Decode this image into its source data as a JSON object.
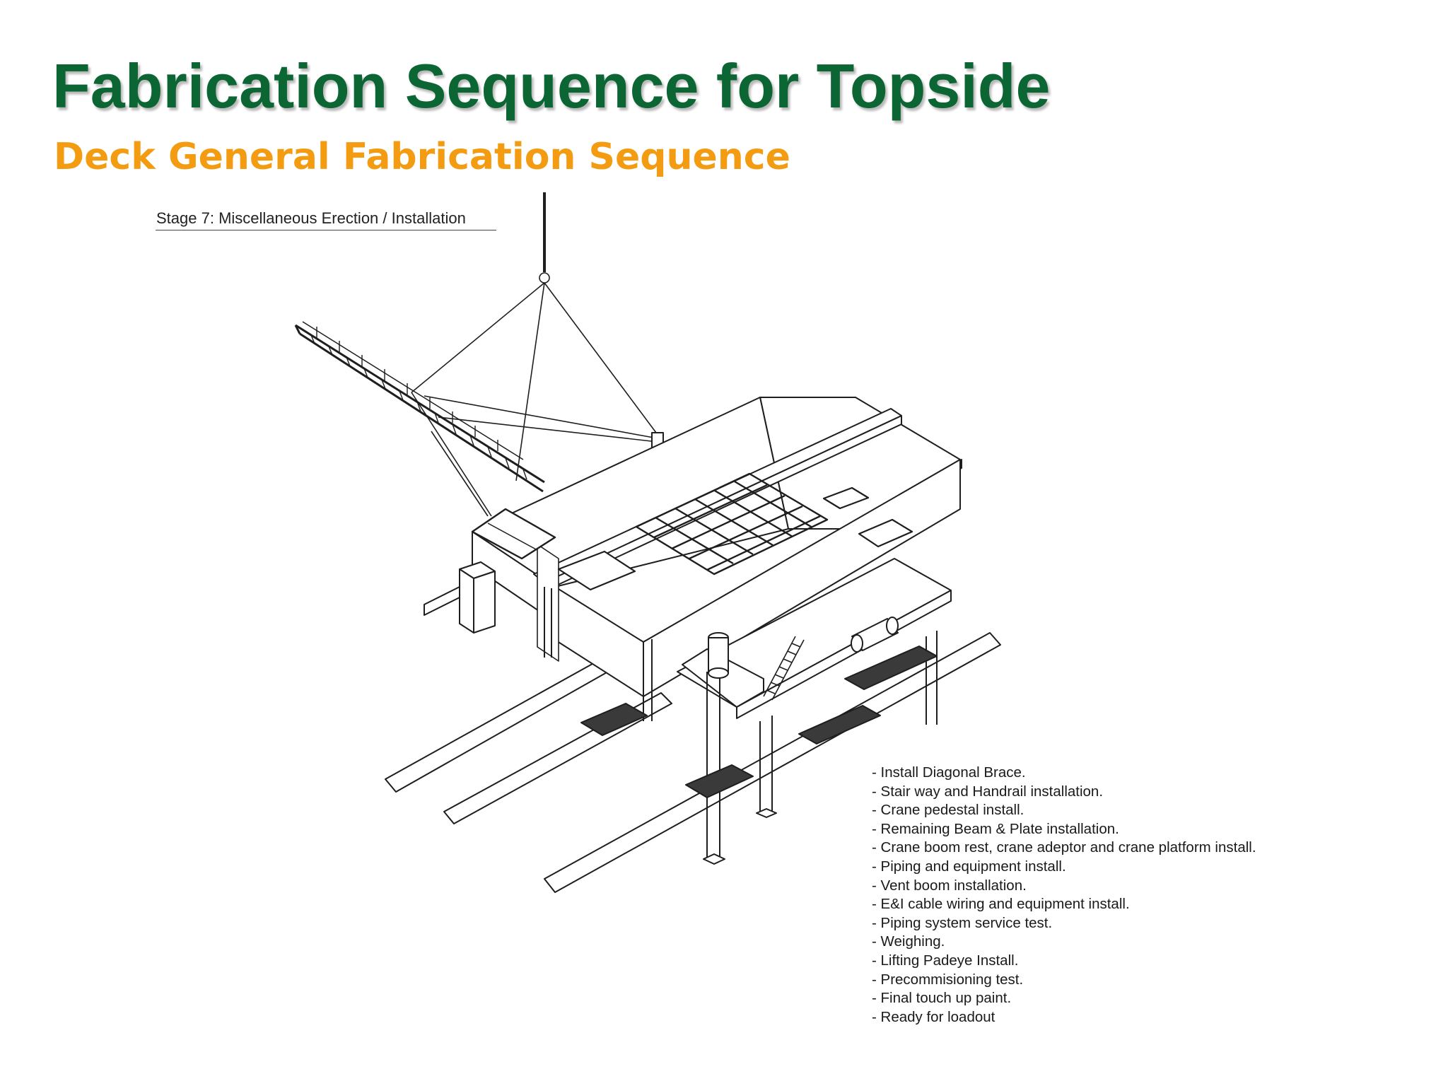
{
  "title": "Fabrication Sequence for Topside",
  "subtitle": "Deck General Fabrication Sequence",
  "stage_label": "Stage 7: Miscellaneous Erection / Installation",
  "notes": [
    "- Install Diagonal Brace.",
    "- Stair way and Handrail installation.",
    "- Crane pedestal install.",
    "- Remaining Beam & Plate installation.",
    "- Crane boom rest, crane adeptor and crane platform install.",
    "- Piping and equipment install.",
    "- Vent boom installation.",
    "- E&I cable wiring and equipment install.",
    "- Piping system service test.",
    "- Weighing.",
    "- Lifting Padeye Install.",
    "- Precommisioning test.",
    "- Final touch up paint.",
    "- Ready for loadout"
  ],
  "colors": {
    "title": "#0b6634",
    "subtitle": "#f39c12",
    "linework": "#1e1e1e"
  }
}
